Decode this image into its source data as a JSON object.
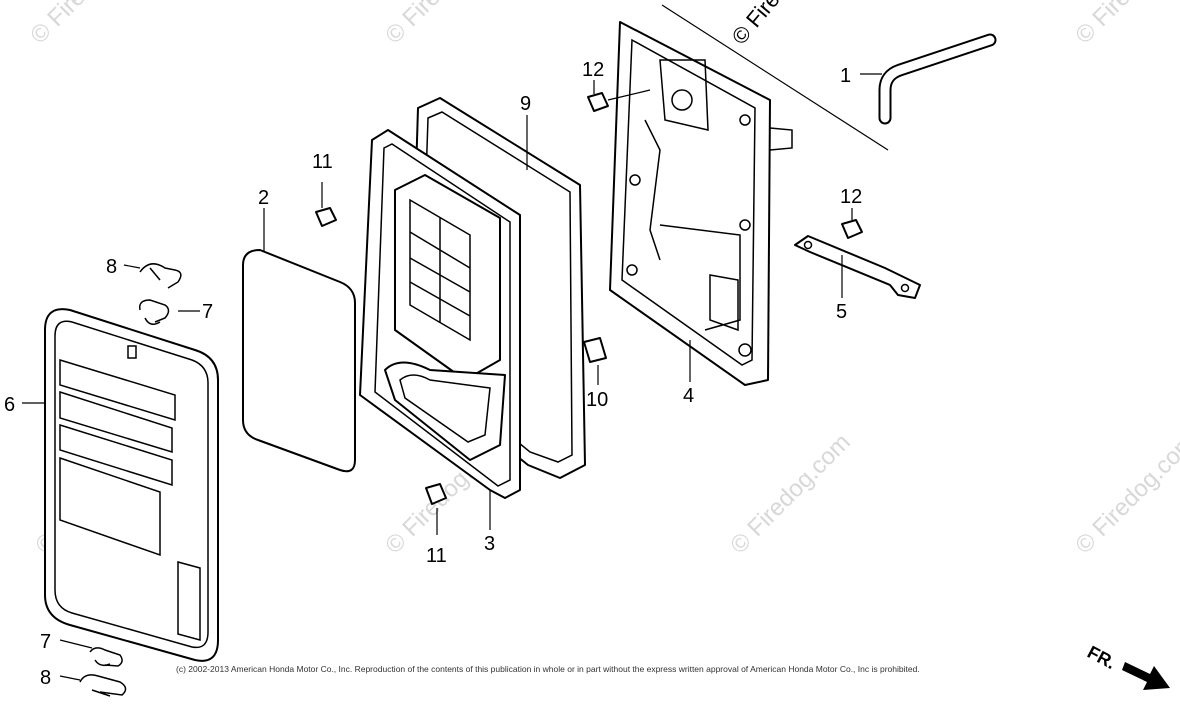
{
  "callouts": [
    {
      "id": "c1",
      "label": "1"
    },
    {
      "id": "c2",
      "label": "2"
    },
    {
      "id": "c3",
      "label": "3"
    },
    {
      "id": "c4",
      "label": "4"
    },
    {
      "id": "c5",
      "label": "5"
    },
    {
      "id": "c6",
      "label": "6"
    },
    {
      "id": "c7a",
      "label": "7"
    },
    {
      "id": "c7b",
      "label": "7"
    },
    {
      "id": "c8a",
      "label": "8"
    },
    {
      "id": "c8b",
      "label": "8"
    },
    {
      "id": "c9",
      "label": "9"
    },
    {
      "id": "c10",
      "label": "10"
    },
    {
      "id": "c11a",
      "label": "11"
    },
    {
      "id": "c11b",
      "label": "11"
    },
    {
      "id": "c12a",
      "label": "12"
    },
    {
      "id": "c12b",
      "label": "12"
    }
  ],
  "watermark": "© Firedog.com",
  "copyright": "(c) 2002-2013 American Honda Motor Co., Inc. Reproduction of the contents of this publication in whole or in part without the express written approval of American Honda Motor Co., Inc is prohibited.",
  "direction_label": "FR."
}
